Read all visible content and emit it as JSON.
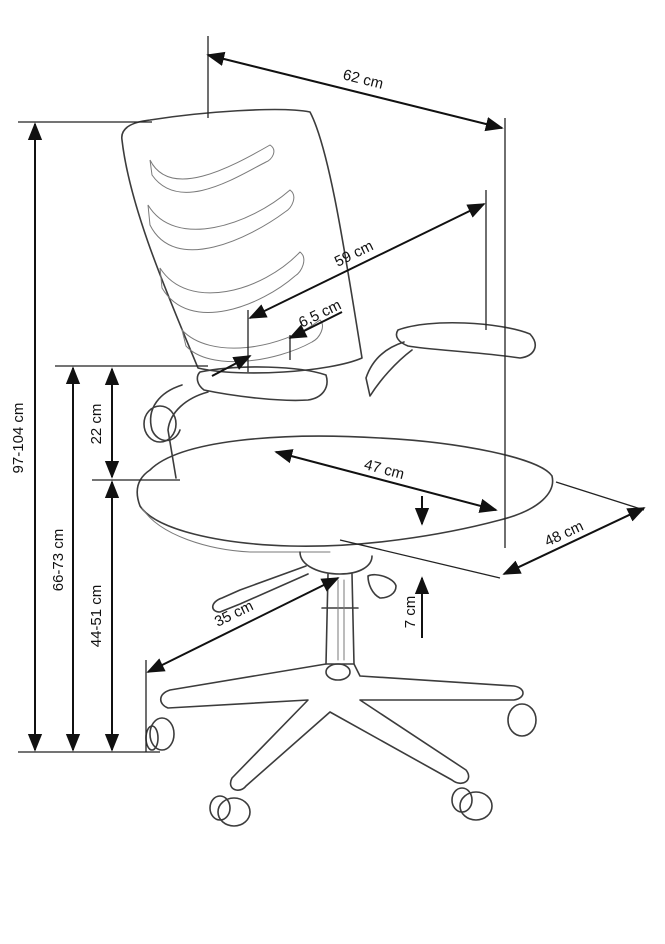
{
  "dimensions": {
    "total_depth": "62 cm",
    "backrest_height": "59 cm",
    "armrest_width": "6,5 cm",
    "armrest_height": "22 cm",
    "seat_depth": "47 cm",
    "seat_width": "48 cm",
    "seat_thickness": "7 cm",
    "base_radius": "35 cm",
    "total_height": "97-104 cm",
    "armrest_floor_height": "66-73 cm",
    "seat_height": "44-51 cm"
  },
  "colors": {
    "line": "#111111",
    "sketch": "#3c3c3c"
  }
}
